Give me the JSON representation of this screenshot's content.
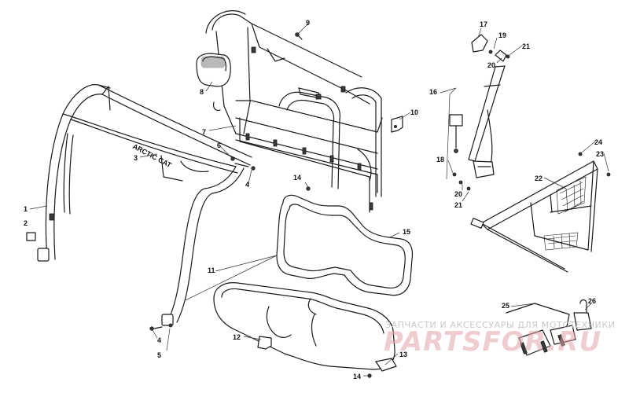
{
  "callouts": {
    "c1": "1",
    "c2": "2",
    "c3": "3",
    "c4a": "4",
    "c4b": "4",
    "c5": "5",
    "c6": "6",
    "c7": "7",
    "c8": "8",
    "c9": "9",
    "c10": "10",
    "c11": "11",
    "c12": "12",
    "c13": "13",
    "c14a": "14",
    "c14b": "14",
    "c15": "15",
    "c16": "16",
    "c17": "17",
    "c18": "18",
    "c19": "19",
    "c20a": "20",
    "c20b": "20",
    "c21a": "21",
    "c21b": "21",
    "c22": "22",
    "c23": "23",
    "c24": "24",
    "c25": "25",
    "c26": "26"
  },
  "frame_logo_text": "ARCTIC CAT",
  "watermark": {
    "caption": "ЗАПЧАСТИ И АКСЕССУАРЫ ДЛЯ МОТОТЕХНИКИ",
    "logo": "PARTSFOR.RU"
  }
}
